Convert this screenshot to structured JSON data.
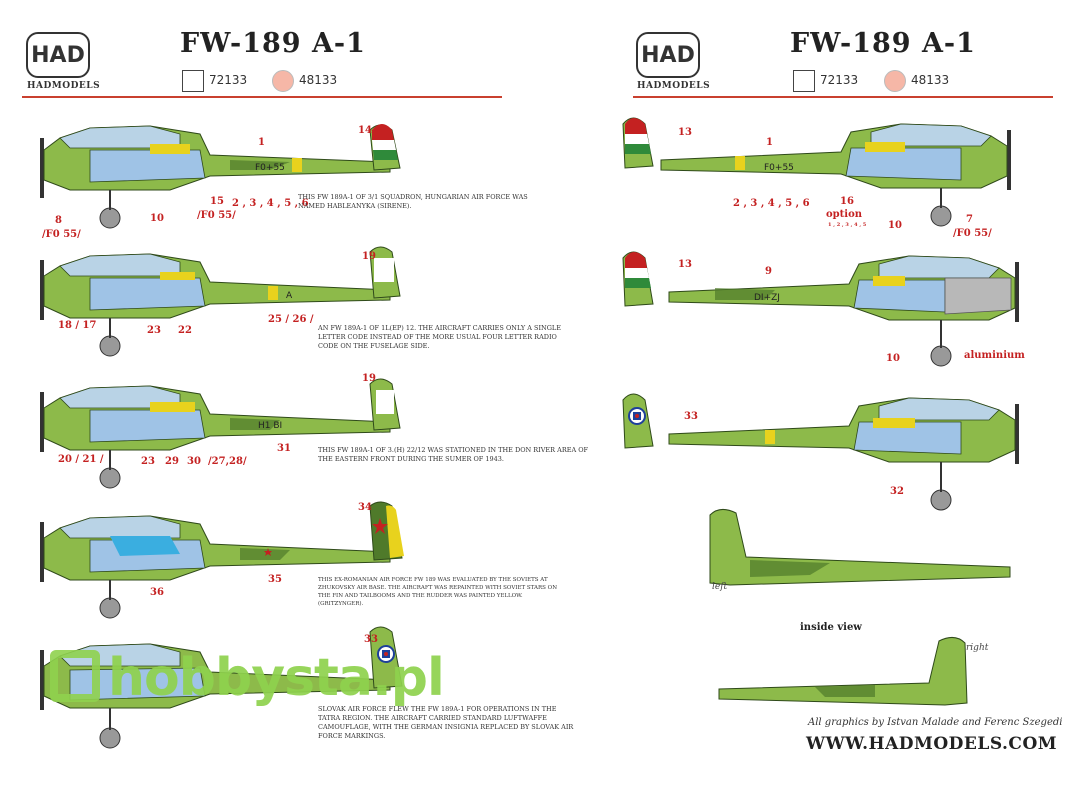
{
  "header_left": {
    "logo": "HAD",
    "logo_sub": "HADMODELS",
    "title": "FW-189 A-1",
    "scale_a": "72133",
    "scale_b": "48133"
  },
  "header_right": {
    "logo": "HAD",
    "logo_sub": "HADMODELS",
    "title": "FW-189 A-1",
    "scale_a": "72133",
    "scale_b": "48133"
  },
  "colors": {
    "camo_light": "#8dba4a",
    "camo_dark": "#4f7a2a",
    "underside": "#9fc3e6",
    "accent_red": "#c42121",
    "yellow": "#e8d21d"
  },
  "aircraft": {
    "a1": {
      "code": "F0+55",
      "labels": {
        "n1": "1",
        "n14": "14",
        "n8": "8",
        "n8sub": "/F0 55/",
        "n10": "10",
        "n15": "15",
        "n15sub": "/F0 55/",
        "n2to6": "2 , 3 , 4 , 5 , 6"
      },
      "caption": "THIS FW 189A-1 OF 3/1 SQUADRON, HUNGARIAN AIR FORCE WAS NAMED HABLEANYKA (SIRENE)."
    },
    "a2": {
      "code": "A",
      "labels": {
        "n19": "19",
        "n1817": "18 / 17",
        "n23": "23",
        "n22": "22",
        "n2526": "25 / 26 /"
      },
      "caption": "AN FW 189A-1 OF 1L(EP) 12. THE AIRCRAFT CARRIES ONLY A SINGLE LETTER CODE INSTEAD OF THE MORE USUAL FOUR LETTER RADIO CODE ON THE FUSELAGE SIDE."
    },
    "a3": {
      "code": "H1 BI",
      "labels": {
        "n19": "19",
        "n2021": "20 / 21 /",
        "n23": "23",
        "n29": "29",
        "n30": "30",
        "n2728": "/27,28/",
        "n31": "31"
      },
      "caption": "THIS FW 189A-1 OF 3.(H) 22/12 WAS STATIONED IN THE DON RIVER AREA OF THE EASTERN FRONT DURING THE SUMER OF 1943."
    },
    "a4": {
      "labels": {
        "n34": "34",
        "n35": "35",
        "n36": "36"
      },
      "caption": "THIS EX-ROMANIAN AIR FORCE FW 189 WAS EVALUATED BY THE SOVIETS AT ZHUKOVSKY AIR BASE. THE AIRCRAFT WAS REPAINTED WITH SOVIET STARS ON THE FIN AND TAILBOOMS AND THE RUDDER WAS PAINTED YELLOW. (GRITZYNGER)."
    },
    "a5": {
      "labels": {
        "n33": "33"
      },
      "caption": "SLOVAK AIR FORCE FLEW THE FW 189A-1 FOR OPERATIONS IN THE TATRA REGION. THE AIRCRAFT CARRIED STANDARD LUFTWAFFE CAMOUFLAGE, WITH THE GERMAN INSIGNIA REPLACED BY SLOVAK AIR FORCE MARKINGS."
    },
    "b1": {
      "code": "F0+55",
      "labels": {
        "n13": "13",
        "n1": "1",
        "n2to6": "2 , 3 , 4 , 5 , 6",
        "n16": "16",
        "option": "option",
        "optsub": "1 , 2 , 3 , 4 , 5",
        "n10": "10",
        "n7": "7",
        "n7sub": "/F0 55/"
      }
    },
    "b2": {
      "code": "DI+ZJ",
      "labels": {
        "n13": "13",
        "n9": "9",
        "n10": "10",
        "alu": "aluminium"
      }
    },
    "b3": {
      "labels": {
        "n33": "33",
        "n32": "32"
      }
    }
  },
  "views": {
    "left": "left",
    "inside": "inside view",
    "right": "right"
  },
  "footer": {
    "credit": "All graphics by Istvan Malade and Ferenc Szegedi",
    "site": "WWW.HADMODELS.COM"
  },
  "watermark": {
    "text": "hobbysta.pl"
  }
}
